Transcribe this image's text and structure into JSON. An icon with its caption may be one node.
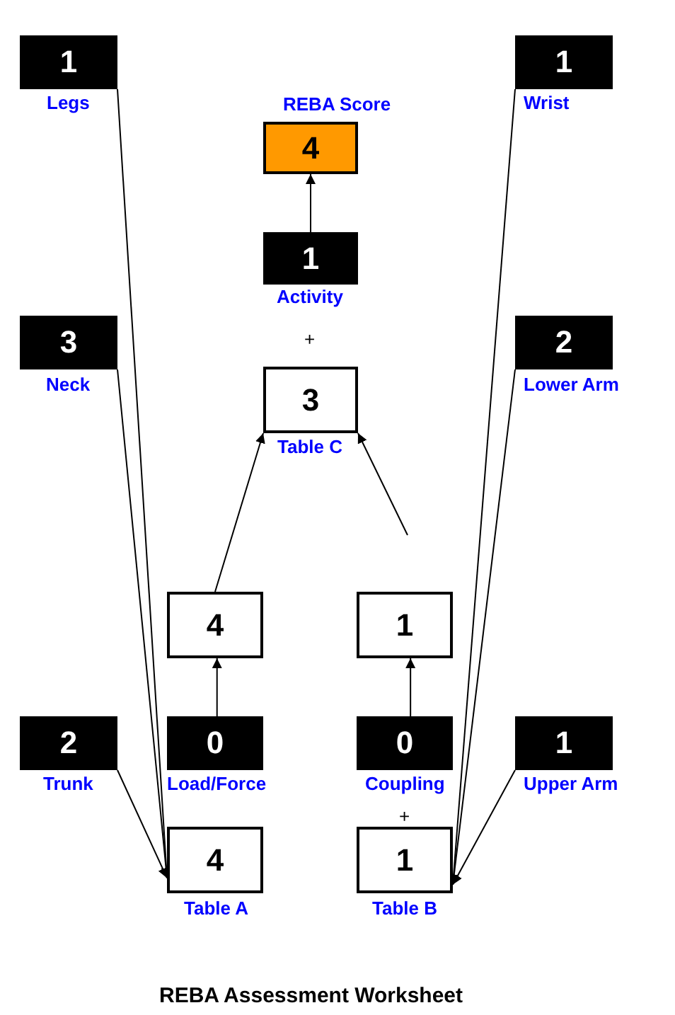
{
  "diagram": {
    "title": "REBA Assessment Worksheet",
    "nodes": [
      {
        "text": [
          "1"
        ],
        "beside": [
          "Legs"
        ]
      },
      {
        "text": [
          "1"
        ],
        "beside": [
          "Wrist"
        ]
      },
      {
        "text": [
          "4"
        ],
        "beside": [
          "REBA Score"
        ]
      },
      {
        "text": [
          "1"
        ],
        "beside": [
          "Activity"
        ]
      },
      {
        "text": [
          "3"
        ],
        "beside": [
          "Neck"
        ]
      },
      {
        "text": [
          "2"
        ],
        "beside": [
          "Lower Arm"
        ]
      },
      {
        "text": [
          "3"
        ],
        "beside": [
          "Table C"
        ]
      },
      {
        "text": [
          "4"
        ]
      },
      {
        "text": [
          "1"
        ]
      },
      {
        "text": [
          "2"
        ],
        "beside": [
          "Trunk"
        ]
      },
      {
        "text": [
          "0"
        ],
        "beside": [
          "Load/Force"
        ]
      },
      {
        "text": [
          "0"
        ],
        "beside": [
          "Coupling"
        ]
      },
      {
        "text": [
          "1"
        ],
        "beside": [
          "Upper Arm"
        ]
      },
      {
        "text": [
          "4"
        ],
        "beside": [
          "Table A"
        ]
      },
      {
        "text": [
          "1"
        ],
        "beside": [
          "Table B"
        ]
      }
    ],
    "edges": [
      {
        "from": 0,
        "to": 13,
        "arrow": "to"
      },
      {
        "from": 4,
        "to": 13,
        "arrow": "to"
      },
      {
        "from": 9,
        "to": 13,
        "arrow": "to"
      },
      {
        "from": 1,
        "to": 14,
        "arrow": "to"
      },
      {
        "from": 5,
        "to": 14,
        "arrow": "to"
      },
      {
        "from": 12,
        "to": 14,
        "arrow": "to"
      },
      {
        "from": 10,
        "to": 7,
        "arrow": "to"
      },
      {
        "from": 11,
        "to": 8,
        "arrow": "to"
      },
      {
        "from": 7,
        "to": 6,
        "arrow": "to"
      },
      {
        "from": null,
        "to": 6,
        "arrow": "to"
      },
      {
        "from": 3,
        "to": 2,
        "arrow": "to"
      }
    ],
    "labels": [
      "+",
      "+"
    ]
  }
}
